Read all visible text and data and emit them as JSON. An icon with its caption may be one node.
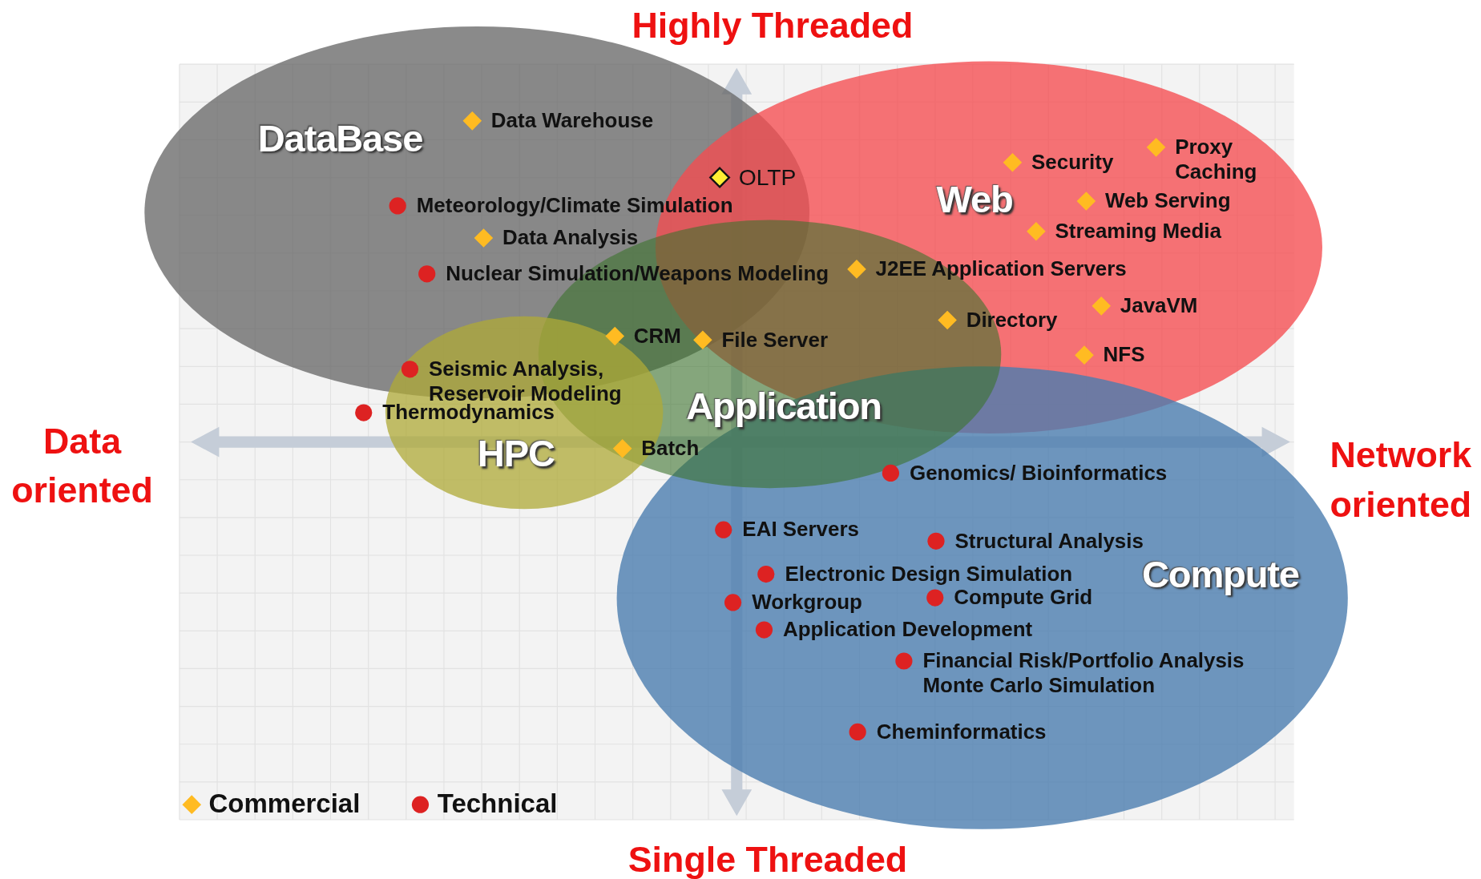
{
  "diagram": {
    "nodes": [
      {
        "text": [
          "DataBase"
        ]
      },
      {
        "text": [
          "Web"
        ]
      },
      {
        "text": [
          "Compute"
        ]
      },
      {
        "text": [
          "Application"
        ]
      },
      {
        "text": [
          "HPC"
        ]
      }
    ],
    "edges": [],
    "labels": [
      "Highly Threaded",
      "Data Warehouse",
      "Proxy Caching",
      "Security",
      "OLTP",
      "Meteorology/Climate Simulation",
      "Web Serving",
      "Data Analysis",
      "Streaming Media",
      "J2EE Application Servers",
      "Nuclear Simulation/Weapons Modeling",
      "JavaVM",
      "Directory",
      "CRM",
      "File Server",
      "NFS",
      "Seismic Analysis, Reservoir Modeling",
      "Thermodynamics",
      "Batch",
      "Genomics/ Bioinformatics",
      "EAI Servers",
      "Structural Analysis",
      "Electronic Design Simulation",
      "Compute Grid",
      "Workgroup",
      "Application Development",
      "Financial Risk/Portfolio Analysis Monte Carlo Simulation",
      "Cheminformatics",
      "Data oriented",
      "Network oriented",
      "Single Threaded"
    ],
    "legend": [
      {
        "text": "Commercial"
      },
      {
        "text": "Technical"
      }
    ]
  }
}
